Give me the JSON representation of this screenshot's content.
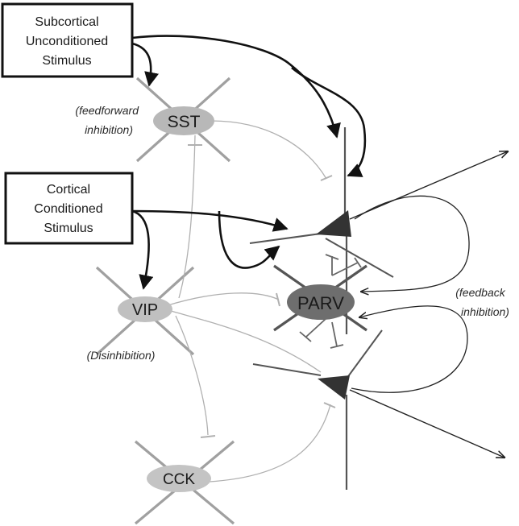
{
  "boxes": {
    "subcortical": [
      "Subcortical",
      "Unconditioned",
      "Stimulus"
    ],
    "cortical": [
      "Cortical",
      "Conditioned",
      "Stimulus"
    ]
  },
  "cells": {
    "sst": "SST",
    "vip": "VIP",
    "parv": "PARV",
    "cck": "CCK"
  },
  "annotations": {
    "feedforward": [
      "(feedforward",
      "inhibition)"
    ],
    "disinhibition": "(Disinhibition)",
    "feedback": [
      "(feedback",
      "inhibition)"
    ]
  },
  "colors": {
    "interneuron_fill": "#b8b8b8",
    "parv_fill": "#6e6e6e",
    "pyramidal": "#333333",
    "inhibitory_line": "#aaaaaa",
    "excitatory_line": "#111111"
  }
}
